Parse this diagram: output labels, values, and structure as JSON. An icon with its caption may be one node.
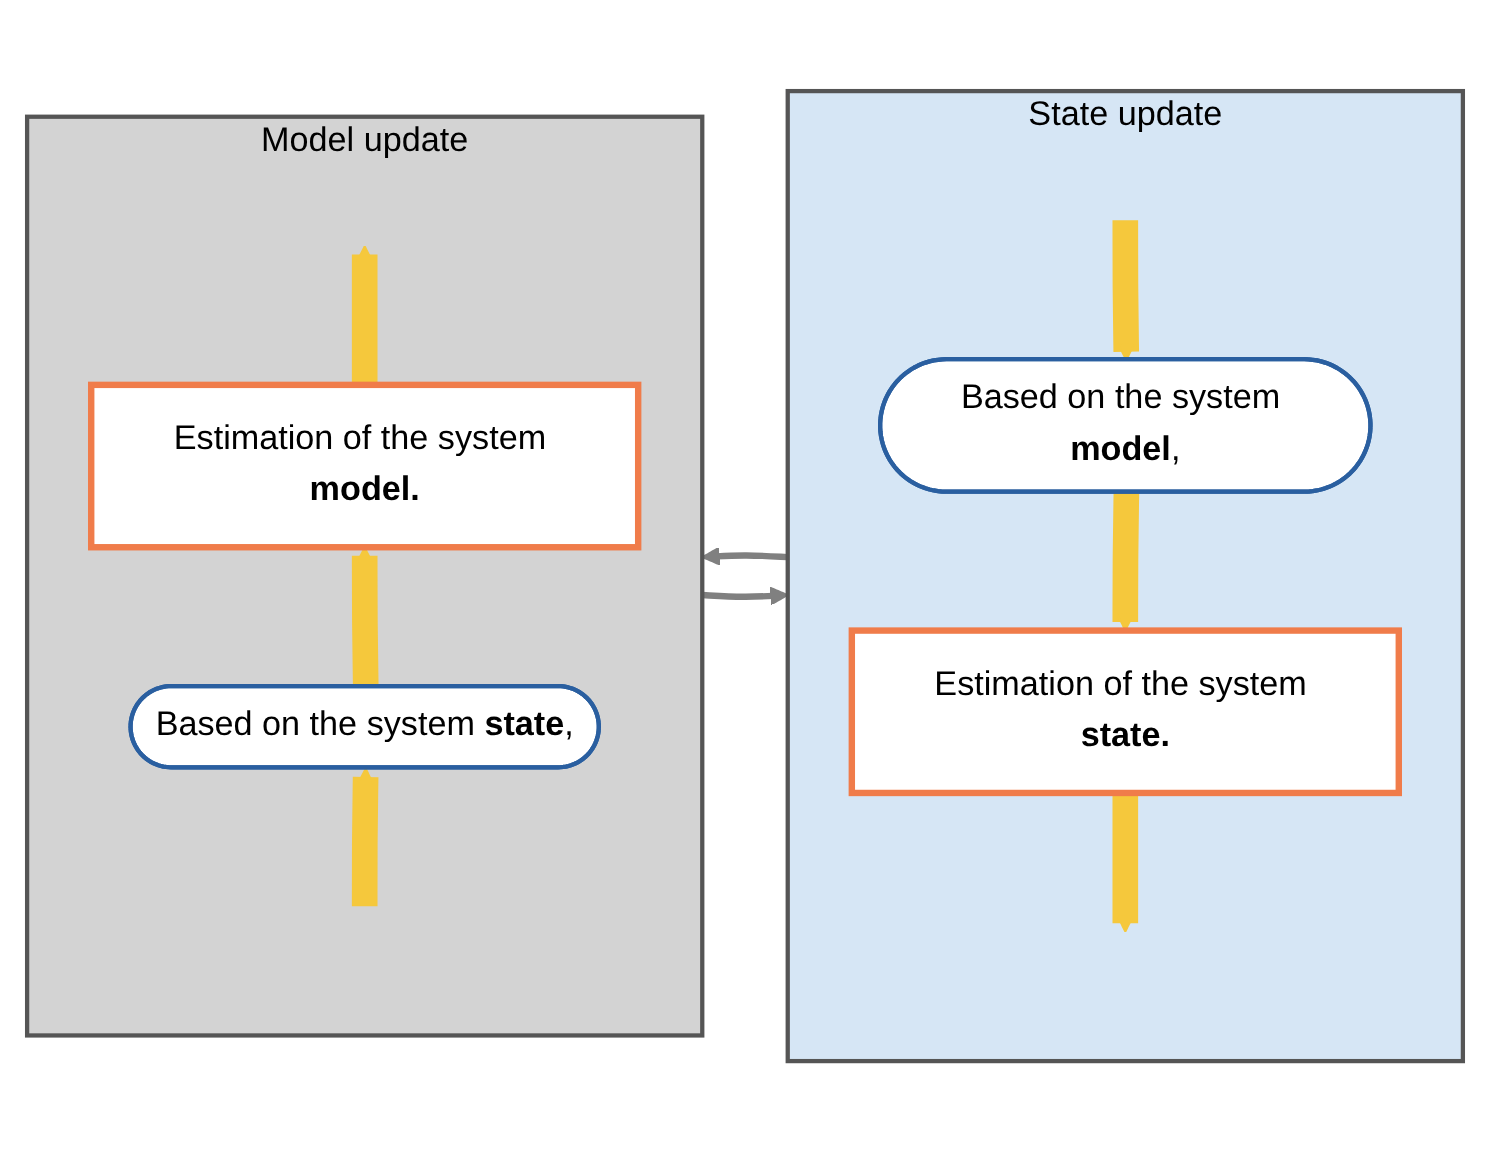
{
  "diagram": {
    "nodes": [
      {
        "text": [
          "Model update"
        ]
      },
      {
        "text": [
          "Estimation of the system **model.**"
        ],
        "in": 0
      },
      {
        "text": [
          "Based on the system **state**,"
        ],
        "in": 0
      },
      {
        "text": [
          "State update"
        ]
      },
      {
        "text": [
          "Based on the system **model**,"
        ],
        "in": 3
      },
      {
        "text": [
          "Estimation of the system **state.**"
        ],
        "in": 3
      }
    ],
    "edges": [
      {
        "from": null,
        "to": 2,
        "arrow": "to"
      },
      {
        "from": 2,
        "to": 1,
        "arrow": "to"
      },
      {
        "from": 1,
        "to": null,
        "arrow": "to"
      },
      {
        "from": 0,
        "to": 3,
        "arrow": "to",
        "color": "#808080"
      },
      {
        "from": null,
        "to": 4,
        "arrow": "to"
      },
      {
        "from": 4,
        "to": 5,
        "arrow": "to"
      },
      {
        "from": 5,
        "to": null,
        "arrow": "to"
      },
      {
        "from": 3,
        "to": 0,
        "arrow": "to",
        "color": "#808080"
      }
    ]
  }
}
